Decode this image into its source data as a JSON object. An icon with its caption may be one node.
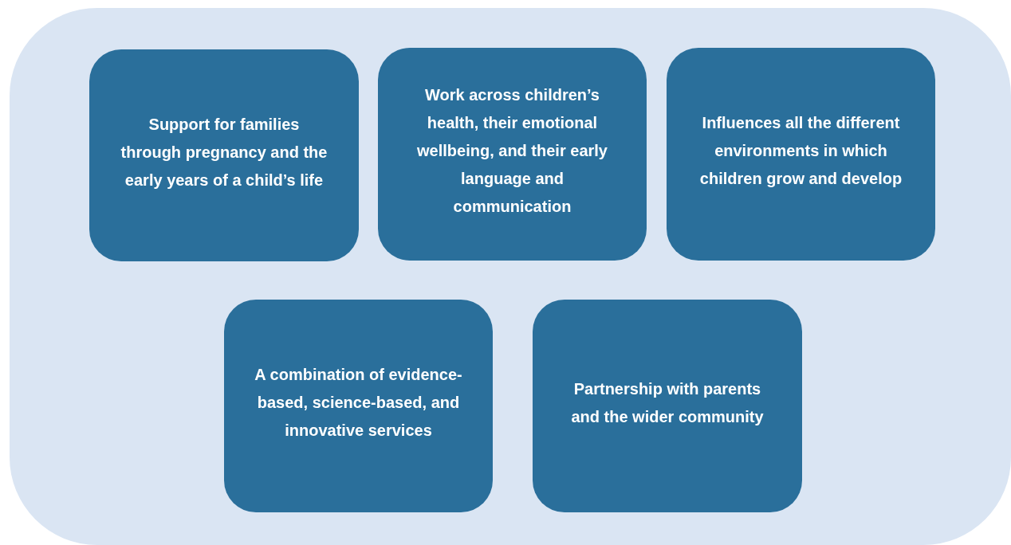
{
  "diagram": {
    "nodes": [
      {
        "text": [],
        "shape": "box"
      },
      {
        "text": [
          "Support for families through pregnancy and the early years of a child’s life"
        ],
        "in": 0
      },
      {
        "text": [
          "Work across children’s health, their emotional wellbeing, and their early language and communication"
        ],
        "in": 0
      },
      {
        "text": [
          "Influences all the different environments in which children grow and develop"
        ],
        "in": 0
      },
      {
        "text": [
          "A combination of evidence-based, science-based, and innovative services"
        ],
        "in": 0
      },
      {
        "text": [
          "Partnership with parents and the wider community"
        ],
        "in": 0
      }
    ]
  }
}
